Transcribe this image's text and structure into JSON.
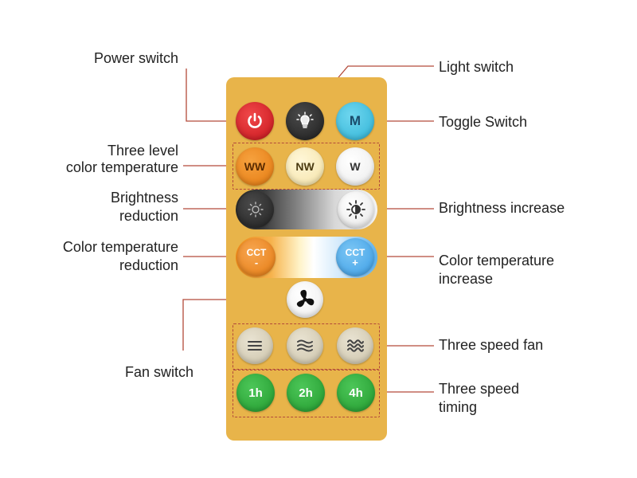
{
  "labels": {
    "power": "Power switch",
    "light": "Light switch",
    "toggle": "Toggle Switch",
    "color_levels_1": "Three level",
    "color_levels_2": "color temperature",
    "bright_down_1": "Brightness",
    "bright_down_2": "reduction",
    "bright_up": "Brightness increase",
    "cct_down_1": "Color temperature",
    "cct_down_2": "reduction",
    "cct_up_1": "Color temperature",
    "cct_up_2": "increase",
    "fan_switch": "Fan switch",
    "fan_speed": "Three speed fan",
    "timing_1": "Three speed",
    "timing_2": "timing"
  },
  "buttons": {
    "mode": "M",
    "ww": "WW",
    "nw": "NW",
    "w": "W",
    "cct": "CCT",
    "minus": "-",
    "plus": "+",
    "timer_1": "1h",
    "timer_2": "2h",
    "timer_3": "4h"
  },
  "icons": [
    "power-icon",
    "bulb-icon",
    "brightness-low-icon",
    "brightness-high-icon",
    "fan-icon",
    "speed-low-icon",
    "speed-mid-icon",
    "speed-high-icon"
  ],
  "colors": {
    "remote": "#e8b44a",
    "power": "#d91f26",
    "mode": "#3dbfe0",
    "ww": "#f08a1c",
    "nw": "#fbeec0",
    "timer": "#2fa53a",
    "leader": "#b34a3a"
  }
}
